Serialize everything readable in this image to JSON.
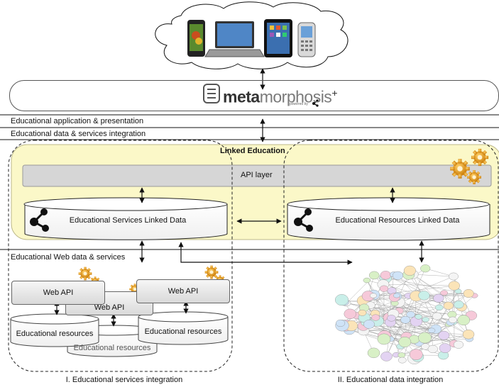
{
  "platform": {
    "brand_meta": "meta",
    "brand_morphosis": "morphosis",
    "brand_plus": "+",
    "brand_tagline": "powered by"
  },
  "bands": {
    "presentation": "Educational application & presentation",
    "integration": "Educational data & services integration",
    "web_data": "Educational Web data & services"
  },
  "linked_education": {
    "title": "Linked Education",
    "api_layer": "API layer",
    "services_ld": "Educational Services Linked Data",
    "resources_ld": "Educational Resources Linked Data"
  },
  "web_apis": [
    "Web API",
    "Web API",
    "Web API"
  ],
  "repositories": [
    "Educational resources",
    "Educational resources",
    "Educational resources"
  ],
  "captions": {
    "left": "I. Educational services integration",
    "right": "II. Educational data integration"
  },
  "devices": [
    "smartphone-icon",
    "laptop-icon",
    "tablet-icon",
    "mobile-phone-icon"
  ],
  "colors": {
    "linked_education_bg": "#fbf8c8",
    "api_layer_bg": "#d6d6d6",
    "brand_dark": "#333333",
    "brand_light": "#7a7a7a",
    "gear": "#e8a21c"
  }
}
